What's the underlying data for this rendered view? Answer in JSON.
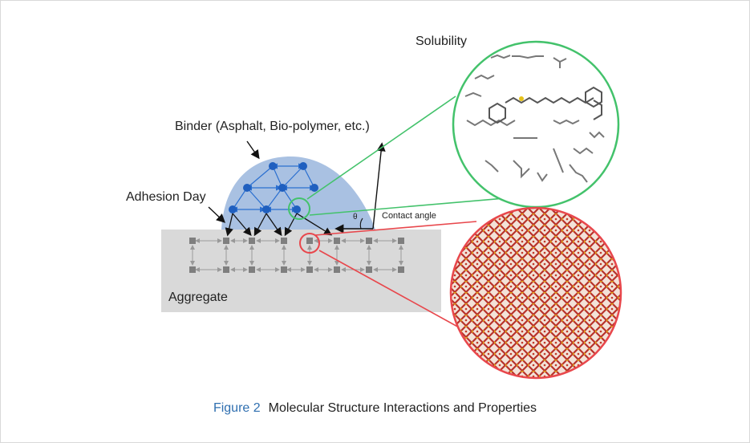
{
  "diagram": {
    "labels": {
      "solubility": "Solubility",
      "binder": "Binder (Asphalt, Bio-polymer, etc.)",
      "adhesion": "Adhesion Day",
      "aggregate": "Aggregate",
      "contact_angle": "Contact angle",
      "theta": "θ"
    },
    "colors": {
      "binder_fill": "#a9c1e2",
      "binder_node": "#1f5fbf",
      "aggregate_fill": "#d9d9d9",
      "aggregate_node": "#7f7f7f",
      "solubility_ring": "#43c26b",
      "crystal_ring": "#e8474c",
      "crystal_fill": "#c0392b"
    }
  },
  "caption": {
    "figure_label": "Figure 2",
    "text": "Molecular Structure Interactions and Properties"
  }
}
